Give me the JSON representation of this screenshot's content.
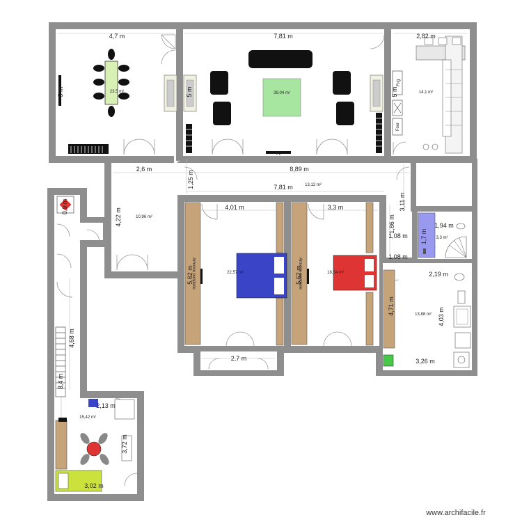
{
  "watermark": "www.archifacile.fr",
  "colors": {
    "wall": "#8e8e8e",
    "floor": "#ffffff",
    "living_rug": "#a6e6a0",
    "dining_table": "#d8f0b4",
    "bed_blue": "#3a44c6",
    "bed_red": "#de3434",
    "wardrobe": "#c7a37a",
    "sofa_yellow": "#cce23c",
    "shower_blue": "#9a99f0",
    "plant_green": "#48c848"
  },
  "dimensions": {
    "dining_width": "4,7 m",
    "dining_height": "5 m",
    "living_width": "7,81 m",
    "living_height": "5 m",
    "kitchen_width": "2,82 m",
    "kitchen_height": "5 m",
    "hall_width": "8,89 m",
    "hall_inner_width": "7,81 m",
    "hall_height": "1,25 m",
    "office_width": "2,6 m",
    "office_height": "4,22 m",
    "bed1_width": "4,01 m",
    "bed1_height": "5,62 m",
    "bed2_width": "3,3 m",
    "bed2_height": "5,62 m",
    "closet_height": "1,86 m",
    "closet_width": "1,08 m",
    "closet_width_2": "1,08 m",
    "stair_height": "3,11 m",
    "wc_width": "1,94 m",
    "wc_height": "1,7 m",
    "bath_width_top": "2,19 m",
    "bath_height": "4,71 m",
    "bath_height_2": "4,03 m",
    "bath_width": "3,26 m",
    "bay_width": "2,7 m",
    "corridor_height": "4,68 m",
    "corridor_total_height": "8,4 m",
    "small_room_label": "0,9 m",
    "studio_width": "2,13 m",
    "studio_height": "3,72 m",
    "studio_bottom_width": "3,02 m"
  },
  "areas": {
    "dining": "23,5 m²",
    "living": "39,04 m²",
    "kitchen": "14,1 m²",
    "hall": "13,12 m²",
    "office": "10,96 m²",
    "bed1": "22,57 m²",
    "bed2": "18,54 m²",
    "wc": "3,3 m²",
    "bath": "13,88 m²",
    "studio": "15,42 m²"
  },
  "wardrobe_label": "Armoire penderie",
  "tv_label": "TV"
}
